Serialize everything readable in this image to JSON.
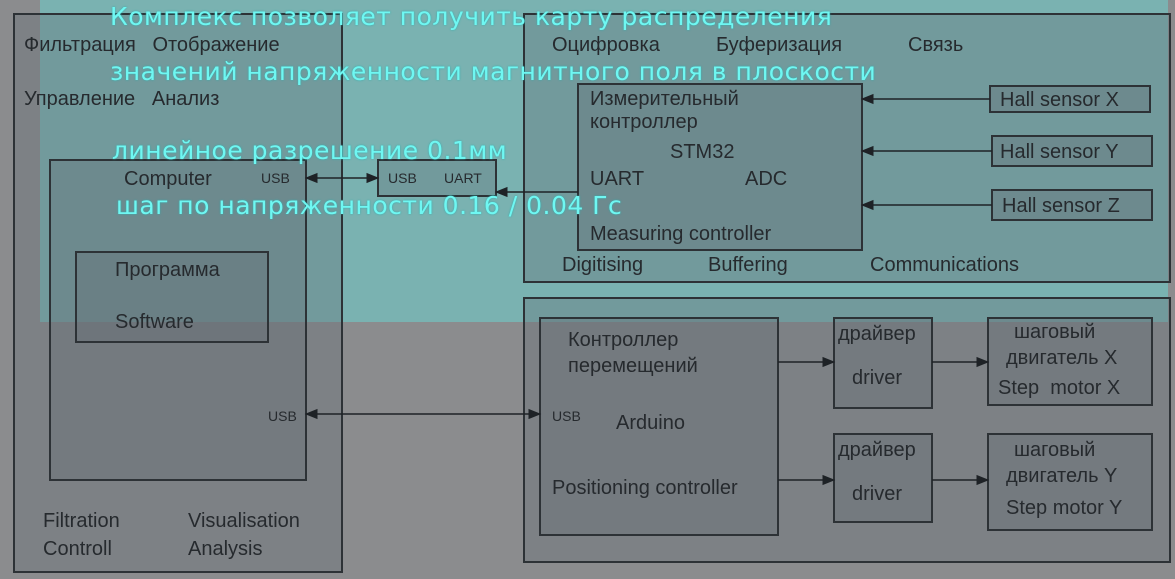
{
  "left_block": {
    "header_ru_1": "Фильтрация   Отображение",
    "header_ru_2": "Управление   Анализ",
    "computer": "Computer",
    "usb_top": "USB",
    "usb_bottom": "USB",
    "program_ru": "Программа",
    "program_en": "Software",
    "footer_1a": "Filtration",
    "footer_1b": "Controll",
    "footer_2a": "Visualisation",
    "footer_2b": "Analysis"
  },
  "adapter": {
    "usb": "USB",
    "uart": "UART"
  },
  "measuring_block": {
    "header_1": "Оцифровка",
    "header_2": "Буферизация",
    "header_3": "Связь",
    "controller_ru_1": "Измерительный",
    "controller_ru_2": "контроллер",
    "chip": "STM32",
    "uart": "UART",
    "adc": "ADC",
    "controller_en": "Measuring controller",
    "sensors": [
      "Hall sensor X",
      "Hall sensor Y",
      "Hall sensor Z"
    ],
    "footer_1": "Digitising",
    "footer_2": "Buffering",
    "footer_3": "Communications"
  },
  "positioning_block": {
    "controller_ru_1": "Контроллер",
    "controller_ru_2": "перемещений",
    "usb": "USB",
    "board": "Arduino",
    "controller_en": "Positioning controller",
    "drivers": [
      {
        "ru": "драйвер",
        "en": "driver"
      },
      {
        "ru": "драйвер",
        "en": "driver"
      }
    ],
    "motors": [
      {
        "ru_1": "шаговый",
        "ru_2": "двигатель X",
        "en": "Step  motor X"
      },
      {
        "ru_1": "шаговый",
        "ru_2": "двигатель Y",
        "en": "Step motor Y"
      }
    ]
  },
  "overlay": {
    "line_1": "Комплекс позволяет получить карту распределения",
    "line_2": "значений напряженности магнитного поля в плоскости",
    "line_3": "линейное разрешение 0.1мм",
    "line_4": "шаг по напряженности 0.16 / 0.04 Гс",
    "color": "#6ff7f2"
  }
}
